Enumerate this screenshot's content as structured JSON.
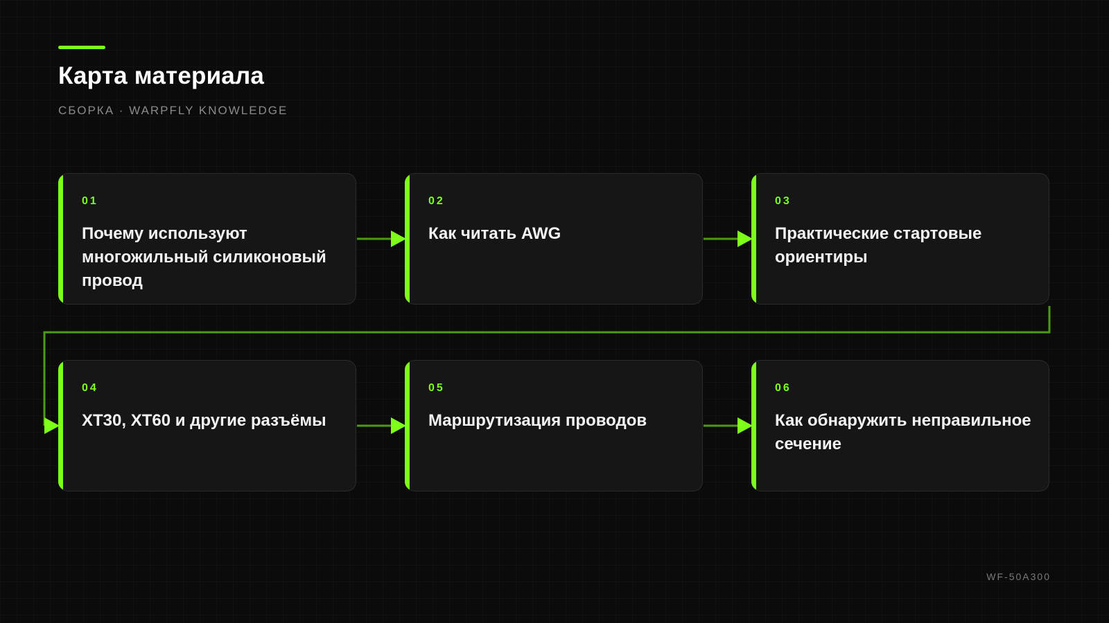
{
  "header": {
    "title": "Карта материала",
    "subtitle": "СБОРКА · WARPFLY KNOWLEDGE"
  },
  "footer": {
    "code": "WF-50A300"
  },
  "colors": {
    "accent": "#7dff1a",
    "background": "#0b0b0b",
    "card": "#161616",
    "connector": "#4e9a12"
  },
  "steps": [
    {
      "number": "01",
      "title": "Почему используют многожильный силиконовый провод"
    },
    {
      "number": "02",
      "title": "Как читать AWG"
    },
    {
      "number": "03",
      "title": "Практические стартовые ориентиры"
    },
    {
      "number": "04",
      "title": "XT30, XT60 и другие разъёмы"
    },
    {
      "number": "05",
      "title": "Маршрутизация проводов"
    },
    {
      "number": "06",
      "title": "Как обнаружить неправильное сечение"
    }
  ]
}
